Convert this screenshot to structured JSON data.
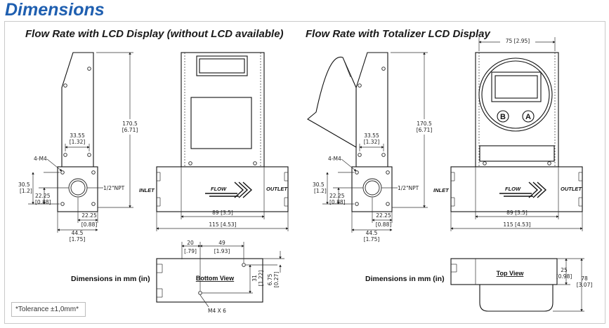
{
  "title": "Dimensions",
  "left_header": "Flow Rate with LCD Display (without LCD available)",
  "right_header": "Flow Rate with Totalizer LCD Display",
  "dimensions_note": "Dimensions in mm (in)",
  "tolerance": "*Tolerance ±1,0mm*",
  "labels": {
    "inlet": "INLET",
    "outlet": "OUTLET",
    "flow": "FLOW",
    "bottom_view": "Bottom View",
    "top_view": "Top View",
    "btn_b": "B",
    "btn_a": "A",
    "mounting": "4-M4",
    "npt": "1/2\"NPT",
    "screw": "M4 X 6"
  },
  "dims": {
    "height": "170.5",
    "height_in": "[6.71]",
    "hole_span": "33.55",
    "hole_span_in": "[1.32]",
    "y30": "30.5",
    "y30_in": "[1.2]",
    "y22": "22.25",
    "y22_in": "[0.88]",
    "x22": "22.25",
    "x22_in": "[0.88]",
    "w44": "44.5",
    "w44_in": "[1.75]",
    "w89": "89 [3.5]",
    "w115": "115 [4.53]",
    "b20": "20",
    "b20_in": "[.79]",
    "b49": "49",
    "b49_in": "[1.93]",
    "b31": "31",
    "b31_in": "[1.22]",
    "b675": "6.75",
    "b675_in": "[0.27]",
    "top75": "75 [2.95]",
    "t25": "25",
    "t25_in": "[0.98]",
    "t78": "78",
    "t78_in": "[3.07]"
  }
}
